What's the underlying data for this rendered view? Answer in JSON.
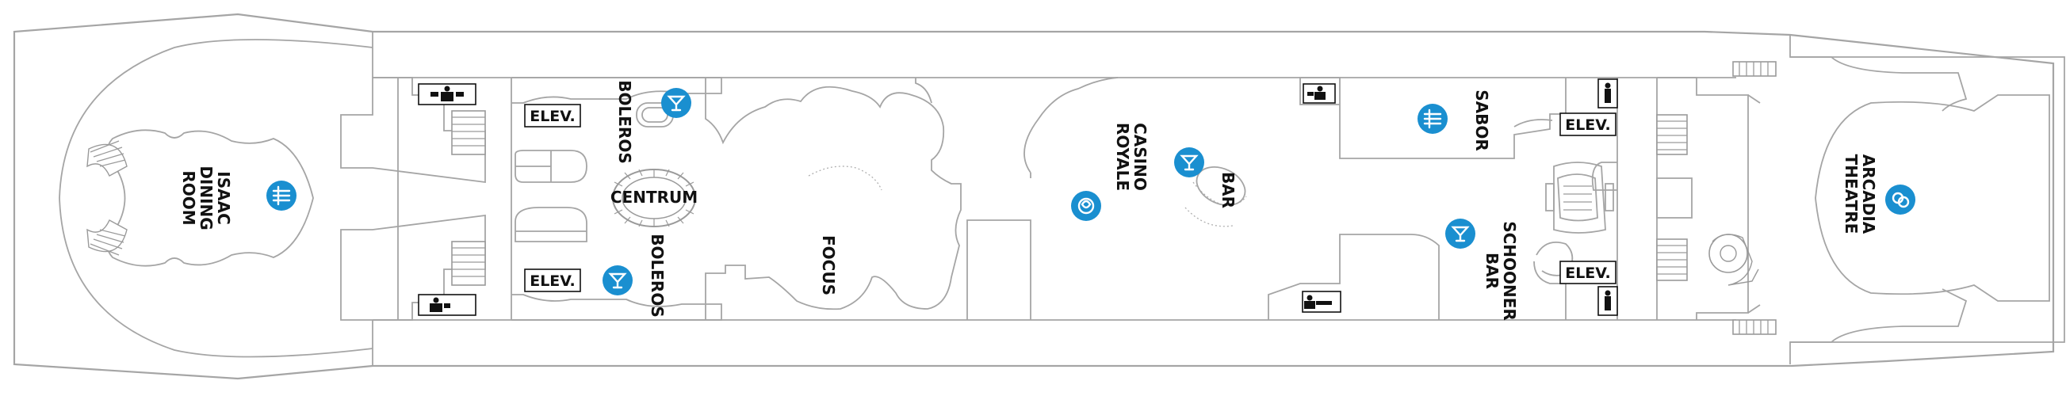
{
  "labels": {
    "isaac_dining_room": [
      "ISAAC",
      "DINING",
      "ROOM"
    ],
    "boleros_top": [
      "BOLEROS"
    ],
    "boleros_bottom": [
      "BOLEROS"
    ],
    "centrum": "CENTRUM",
    "focus": [
      "FOCUS"
    ],
    "casino_royale": [
      "CASINO",
      "ROYALE"
    ],
    "bar": [
      "BAR"
    ],
    "sabor": [
      "SABOR"
    ],
    "schooner_bar": [
      "SCHOONER",
      "BAR"
    ],
    "arcadia_theatre": [
      "ARCADIA",
      "THEATRE"
    ]
  },
  "elevators": [
    {
      "label": "ELEV."
    },
    {
      "label": "ELEV."
    },
    {
      "label": "ELEV."
    },
    {
      "label": "ELEV."
    }
  ],
  "icons": {
    "dining": "dining-icon",
    "bar": "cocktail-icon",
    "casino": "casino-icon",
    "theatre": "theatre-icon",
    "restroom": "restroom-icon"
  },
  "colors": {
    "icon_fill": "#1a8fd0",
    "outline": "#a5a5a5",
    "text": "#111111"
  }
}
